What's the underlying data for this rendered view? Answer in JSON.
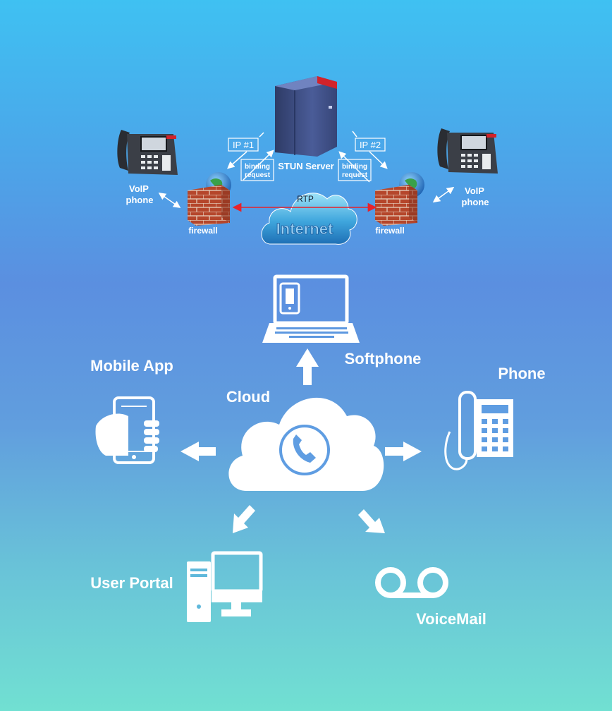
{
  "stun": {
    "server_label": "STUN Server",
    "ip1_label": "IP #1",
    "ip2_label": "IP #2",
    "binding_left_line1": "binding",
    "binding_left_line2": "request",
    "binding_right_line1": "binding",
    "binding_right_line2": "request",
    "left_phone_line1": "VoIP",
    "left_phone_line2": "phone",
    "right_phone_line1": "VoIP",
    "right_phone_line2": "phone",
    "left_firewall_label": "firewall",
    "right_firewall_label": "firewall",
    "rtp_label": "RTP",
    "internet_label": "Internet"
  },
  "cloud_diagram": {
    "cloud_label": "Cloud",
    "softphone_label": "Softphone",
    "mobile_app_label": "Mobile App",
    "phone_label": "Phone",
    "user_portal_label": "User Portal",
    "voicemail_label": "VoiceMail"
  },
  "colors": {
    "rtp_arrow": "#e8222a",
    "firewall_brick": "#b5462b",
    "server_body": "#3e4f86",
    "icon_white": "#ffffff"
  }
}
